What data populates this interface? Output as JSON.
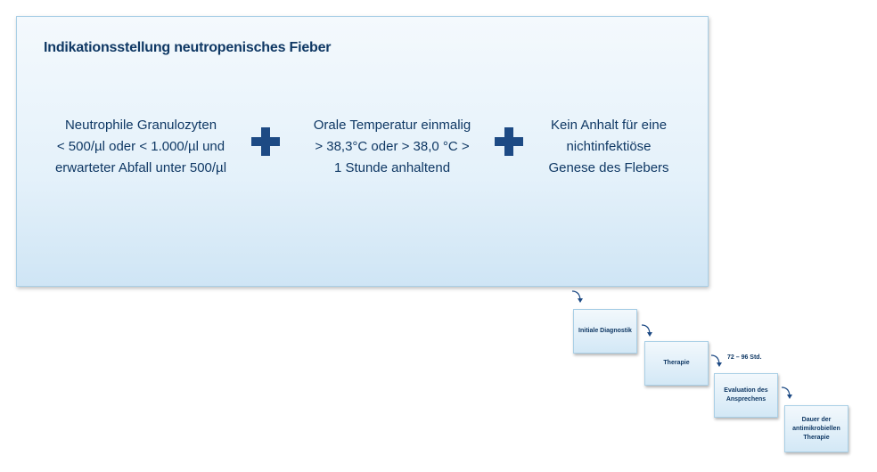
{
  "main": {
    "title": "Indikationsstellung neutropenisches Fieber",
    "criteria": [
      {
        "text": "Neutrophile Granulozyten\n< 500/µl oder < 1.000/µl und\nerwarteter Abfall unter 500/µl"
      },
      {
        "text": "Orale Temperatur einmalig\n> 38,3°C oder > 38,0 °C >\n1 Stunde anhaltend"
      },
      {
        "text": "Kein Anhalt für eine\nnichtinfektiöse\nGenese des Flebers"
      }
    ],
    "connector_icon": "plus-icon"
  },
  "workflow": {
    "steps": [
      {
        "label": "Initiale Diagnostik"
      },
      {
        "label": "Therapie"
      },
      {
        "label": "Evaluation des\nAnsprechens"
      },
      {
        "label": "Dauer der\nantimikrobiellen\nTherapie"
      }
    ],
    "duration_label": "72 – 96 Std.",
    "arrow_icon": "curved-arrow-icon"
  },
  "colors": {
    "text": "#0f3864",
    "plus": "#1d4a84",
    "box_border": "#a9cfe6"
  }
}
